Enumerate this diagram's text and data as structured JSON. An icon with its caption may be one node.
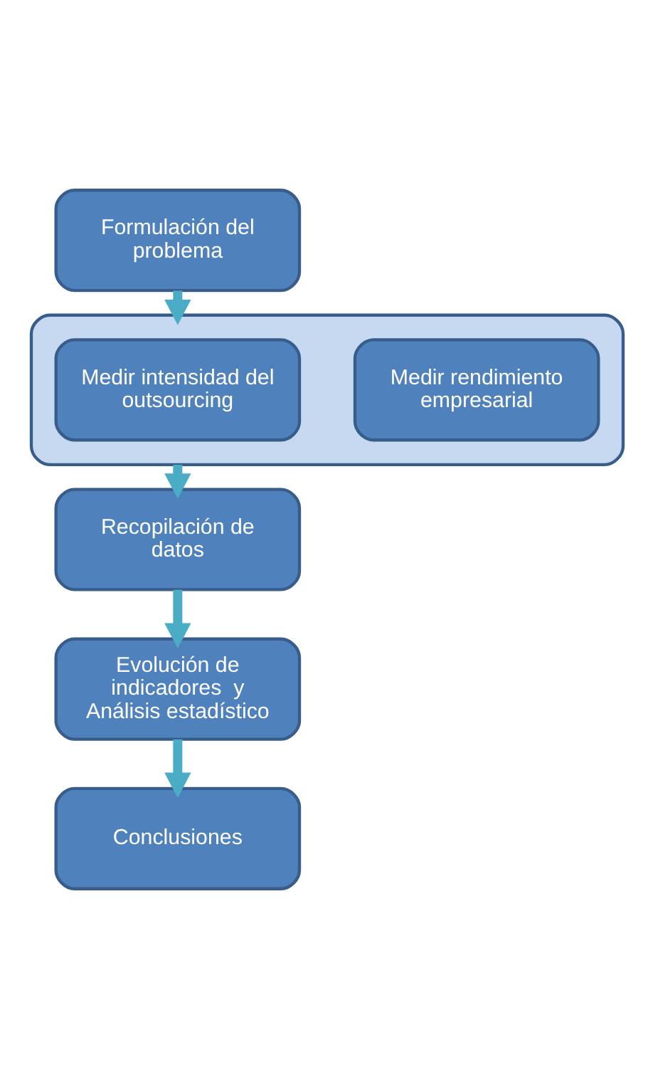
{
  "diagram": {
    "nodes": [
      {
        "text": [
          "Formulación del problema"
        ]
      },
      {
        "text": [],
        "shape": "box"
      },
      {
        "text": [
          "Medir intensidad del outsourcing"
        ],
        "in": 1
      },
      {
        "text": [
          "Medir rendimiento empresarial"
        ],
        "in": 1
      },
      {
        "text": [
          "Recopilación de  datos"
        ]
      },
      {
        "text": [
          "Evolución de indicadores  y Análisis estadístico"
        ]
      },
      {
        "text": [
          "Conclusiones"
        ]
      }
    ],
    "edges": [
      {
        "from": 0,
        "to": 1,
        "arrow": "to"
      },
      {
        "from": 1,
        "to": 4,
        "arrow": "to"
      },
      {
        "from": 4,
        "to": 5,
        "arrow": "to"
      },
      {
        "from": 5,
        "to": 6,
        "arrow": "to"
      }
    ]
  }
}
